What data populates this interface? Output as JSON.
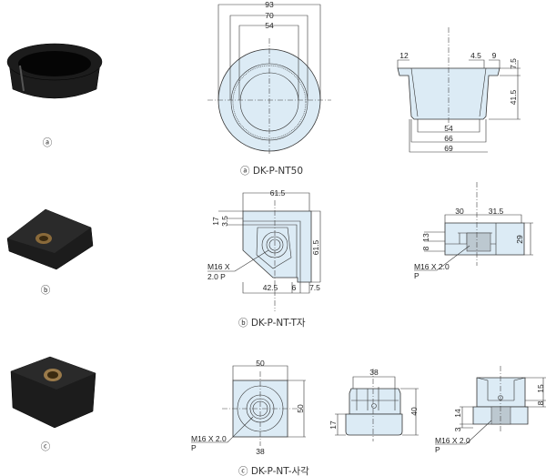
{
  "items": [
    {
      "marker": "ⓐ",
      "caption": "ⓐ DK-P-NT50",
      "front_dims": {
        "d1": "93",
        "d2": "70",
        "d3": "54"
      },
      "side_dims": {
        "flange": "12",
        "a": "4.5",
        "b": "9",
        "h1": "7.5",
        "h2": "41.5",
        "w1": "54",
        "w2": "66",
        "w3": "69"
      }
    },
    {
      "marker": "ⓑ",
      "caption": "ⓑ DK-P-NT-T자",
      "front_dims": {
        "w": "61.5",
        "a": "17",
        "b": "3.5",
        "h": "61.5",
        "c": "42.5",
        "d": "6",
        "e": "7.5",
        "thread1": "M16 X",
        "thread2": "2.0 P"
      },
      "side_dims": {
        "a": "30",
        "b": "31.5",
        "c": "13",
        "d": "8",
        "h": "29",
        "thread1": "M16 X 2.0",
        "thread2": "P"
      }
    },
    {
      "marker": "ⓒ",
      "caption": "ⓒ DK-P-NT-사각",
      "front_dims": {
        "w": "50",
        "h": "50",
        "bottom": "38",
        "thread1": "M16 X 2.0",
        "thread2": "P"
      },
      "mid_dims": {
        "w": "38",
        "h": "40",
        "base": "17"
      },
      "side_dims": {
        "a": "15",
        "b": "8",
        "c": "14",
        "d": "3",
        "thread1": "M16 X 2.0",
        "thread2": "P"
      }
    }
  ]
}
